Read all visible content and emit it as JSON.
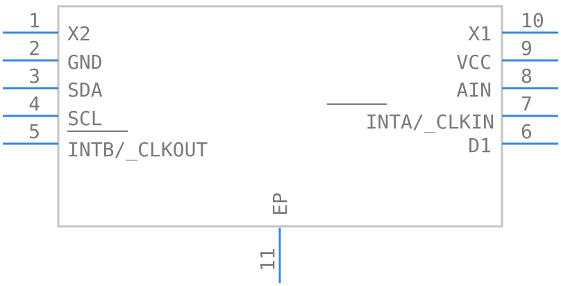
{
  "component": {
    "exposed_pad_label": "EP",
    "exposed_pad_number": "11",
    "left_pins": [
      {
        "number": "1",
        "label": "X2"
      },
      {
        "number": "2",
        "label": "GND"
      },
      {
        "number": "3",
        "label": "SDA"
      },
      {
        "number": "4",
        "label": "SCL"
      },
      {
        "number": "5",
        "label": "INTB/_CLKOUT"
      }
    ],
    "right_pins": [
      {
        "number": "10",
        "label": "X1"
      },
      {
        "number": "9",
        "label": "VCC"
      },
      {
        "number": "8",
        "label": "AIN"
      },
      {
        "number": "7",
        "label": "INTA/_CLKIN"
      },
      {
        "number": "6",
        "label": "D1"
      }
    ]
  },
  "colors": {
    "pin": "#3a86e0",
    "outline": "#c4c4c4",
    "text": "#7a7a7a"
  }
}
